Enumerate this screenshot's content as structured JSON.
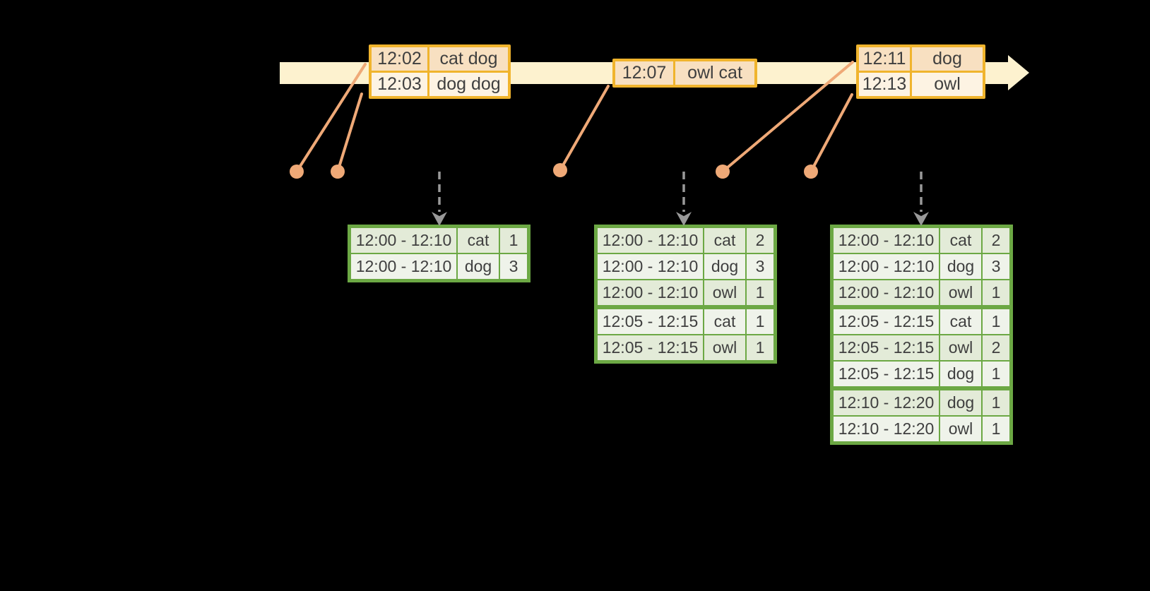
{
  "colors": {
    "background": "#000000",
    "timeline_band": "#FDF2CF",
    "event_border": "#F0B42D",
    "event_row_dark": "#F8E0C1",
    "event_row_light": "#FDF3E3",
    "connector": "#EFA977",
    "arrow_gray": "#999999",
    "result_border": "#6CA844",
    "result_row_dark": "#E3EBD8",
    "result_row_light": "#EFF3EA",
    "text": "#3F3F3F"
  },
  "event_tables": [
    {
      "rows": [
        {
          "time": "12:02",
          "words": "cat dog"
        },
        {
          "time": "12:03",
          "words": "dog dog"
        }
      ]
    },
    {
      "rows": [
        {
          "time": "12:07",
          "words": "owl cat"
        }
      ]
    },
    {
      "rows": [
        {
          "time": "12:11",
          "words": "dog"
        },
        {
          "time": "12:13",
          "words": "owl"
        }
      ]
    }
  ],
  "result_tables": [
    {
      "rows": [
        {
          "window": "12:00 - 12:10",
          "word": "cat",
          "count": "1"
        },
        {
          "window": "12:00 - 12:10",
          "word": "dog",
          "count": "3"
        }
      ]
    },
    {
      "rows": [
        {
          "window": "12:00 - 12:10",
          "word": "cat",
          "count": "2"
        },
        {
          "window": "12:00 - 12:10",
          "word": "dog",
          "count": "3"
        },
        {
          "window": "12:00 - 12:10",
          "word": "owl",
          "count": "1"
        },
        {
          "window": "12:05 - 12:15",
          "word": "cat",
          "count": "1",
          "new_group": true
        },
        {
          "window": "12:05 - 12:15",
          "word": "owl",
          "count": "1"
        }
      ]
    },
    {
      "rows": [
        {
          "window": "12:00 - 12:10",
          "word": "cat",
          "count": "2"
        },
        {
          "window": "12:00 - 12:10",
          "word": "dog",
          "count": "3"
        },
        {
          "window": "12:00 - 12:10",
          "word": "owl",
          "count": "1"
        },
        {
          "window": "12:05 - 12:15",
          "word": "cat",
          "count": "1",
          "new_group": true
        },
        {
          "window": "12:05 - 12:15",
          "word": "owl",
          "count": "2"
        },
        {
          "window": "12:05 - 12:15",
          "word": "dog",
          "count": "1"
        },
        {
          "window": "12:10 - 12:20",
          "word": "dog",
          "count": "1",
          "new_group": true
        },
        {
          "window": "12:10 - 12:20",
          "word": "owl",
          "count": "1"
        }
      ]
    }
  ]
}
